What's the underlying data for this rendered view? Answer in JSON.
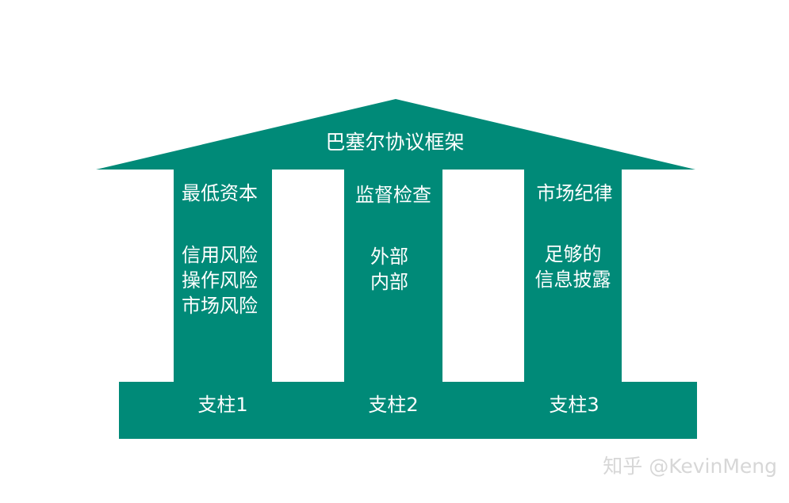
{
  "diagram": {
    "roof_title": "巴塞尔协议框架",
    "color": "#008a78",
    "pillars": [
      {
        "title": "最低资本",
        "lines": [
          "信用风险",
          "操作风险",
          "市场风险"
        ],
        "label": "支柱1"
      },
      {
        "title": "监督检查",
        "lines": [
          "外部",
          "内部"
        ],
        "label": "支柱2"
      },
      {
        "title": "市场纪律",
        "lines": [
          "足够的",
          "信息披露"
        ],
        "label": "支柱3"
      }
    ]
  },
  "watermark": "知乎 @KevinMeng"
}
